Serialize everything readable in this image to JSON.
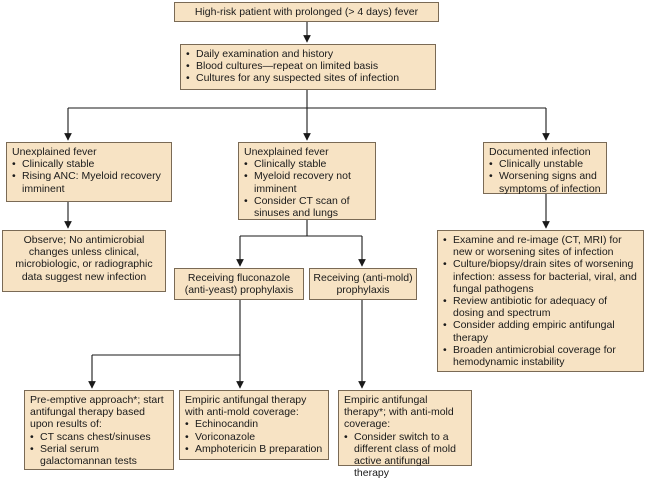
{
  "nodes": {
    "top": "High-risk patient with prolonged (> 4 days) fever",
    "daily": [
      "Daily examination and history",
      "Blood cultures—repeat on limited basis",
      "Cultures for any suspected sites of infection"
    ],
    "unexplained_left": {
      "title": "Unexplained fever",
      "items": [
        "Clinically stable",
        "Rising ANC: Myeloid recovery imminent"
      ]
    },
    "unexplained_mid": {
      "title": "Unexplained fever",
      "items": [
        "Clinically stable",
        "Myeloid recovery not imminent",
        "Consider CT scan of sinuses and lungs"
      ]
    },
    "documented": {
      "title": "Documented infection",
      "items": [
        "Clinically unstable",
        "Worsening signs and symptoms of infection"
      ]
    },
    "observe": "Observe; No antimicrobial changes unless clinical, microbiologic, or radiographic data suggest new infection",
    "fluconazole": "Receiving fluconazole (anti-yeast) prophylaxis",
    "antimold": "Receiving (anti-mold) prophylaxis",
    "infection_mgmt": [
      "Examine and re-image (CT, MRI) for new or worsening sites of infection",
      "Culture/biopsy/drain sites of worsening infection: assess for bacterial, viral, and fungal pathogens",
      "Review antibiotic for adequacy of dosing and spectrum",
      "Consider adding empiric antifungal therapy",
      "Broaden antimicrobial coverage for hemodynamic instability"
    ],
    "preemptive": {
      "title": "Pre-emptive approach*; start antifungal therapy based upon results of:",
      "items": [
        "CT scans chest/sinuses",
        "Serial serum galactomannan tests"
      ]
    },
    "empiric_mid": {
      "title": "Empiric antifungal therapy with anti-mold coverage:",
      "items": [
        "Echinocandin",
        "Voriconazole",
        "Amphotericin B preparation"
      ]
    },
    "empiric_right": {
      "title": "Empiric antifungal therapy*; with anti-mold coverage:",
      "items": [
        "Consider switch to a different class of mold active antifungal therapy"
      ]
    }
  }
}
